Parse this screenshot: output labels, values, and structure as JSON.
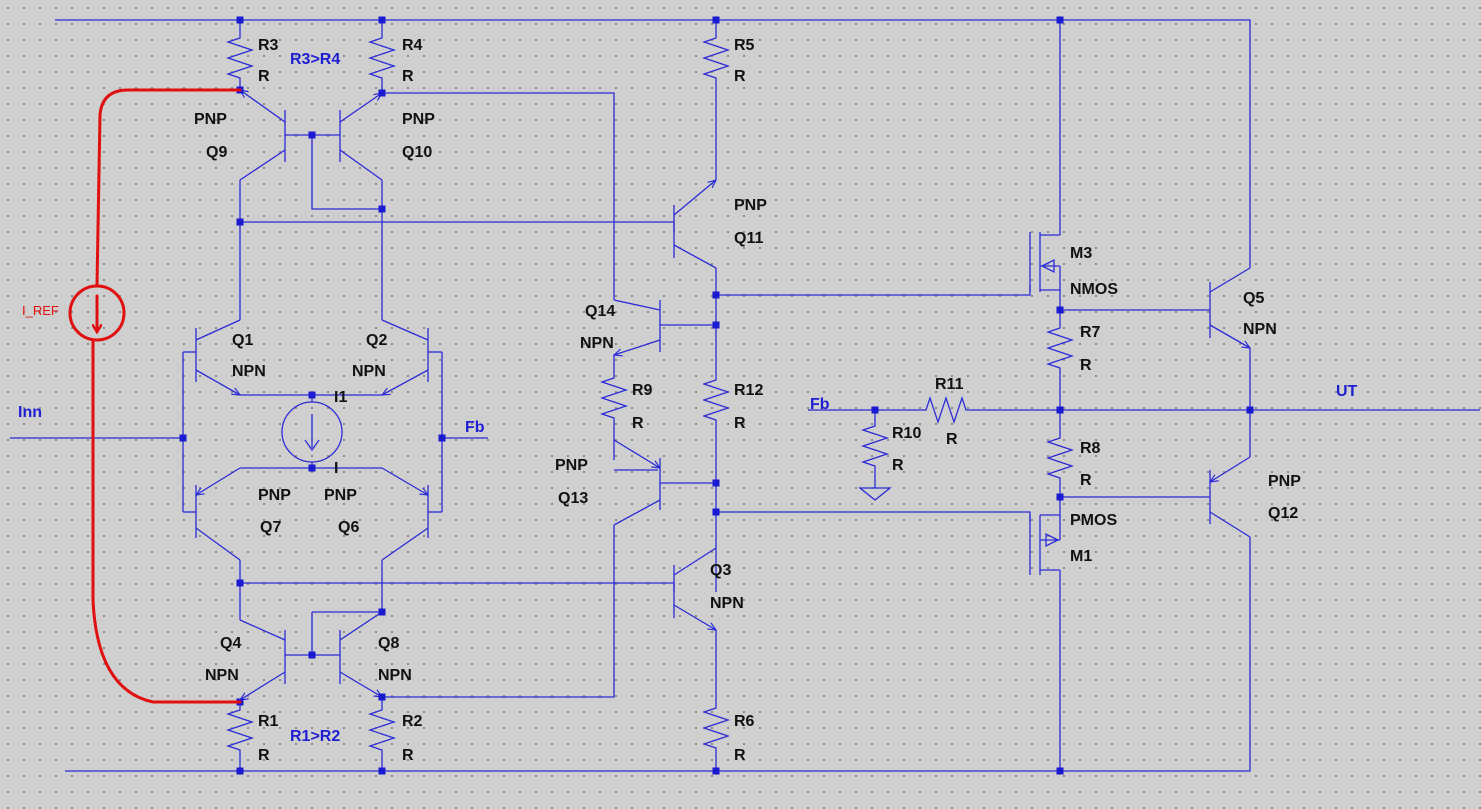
{
  "net_labels": {
    "inn": "Inn",
    "fb_left": "Fb",
    "fb_right": "Fb",
    "ut": "UT"
  },
  "notes": {
    "r3r4": "R3>R4",
    "r1r2": "R1>R2",
    "i_ref": "I_REF",
    "i1": "I1",
    "i": "I"
  },
  "parts": {
    "r3": {
      "name": "R3",
      "value": "R"
    },
    "r4": {
      "name": "R4",
      "value": "R"
    },
    "r5": {
      "name": "R5",
      "value": "R"
    },
    "r1": {
      "name": "R1",
      "value": "R"
    },
    "r2": {
      "name": "R2",
      "value": "R"
    },
    "r6": {
      "name": "R6",
      "value": "R"
    },
    "r7": {
      "name": "R7",
      "value": "R"
    },
    "r8": {
      "name": "R8",
      "value": "R"
    },
    "r9": {
      "name": "R9",
      "value": "R"
    },
    "r10": {
      "name": "R10",
      "value": "R"
    },
    "r11": {
      "name": "R11",
      "value": "R"
    },
    "r12": {
      "name": "R12",
      "value": "R"
    },
    "q9": {
      "name": "Q9",
      "type": "PNP"
    },
    "q10": {
      "name": "Q10",
      "type": "PNP"
    },
    "q11": {
      "name": "Q11",
      "type": "PNP"
    },
    "q1": {
      "name": "Q1",
      "type": "NPN"
    },
    "q2": {
      "name": "Q2",
      "type": "NPN"
    },
    "q7": {
      "name": "Q7",
      "type": "PNP"
    },
    "q6": {
      "name": "Q6",
      "type": "PNP"
    },
    "q4": {
      "name": "Q4",
      "type": "NPN"
    },
    "q8": {
      "name": "Q8",
      "type": "NPN"
    },
    "q14": {
      "name": "Q14",
      "type": "NPN"
    },
    "q13": {
      "name": "Q13",
      "type": "PNP"
    },
    "q3": {
      "name": "Q3",
      "type": "NPN"
    },
    "q5": {
      "name": "Q5",
      "type": "NPN"
    },
    "q12": {
      "name": "Q12",
      "type": "PNP"
    },
    "m3": {
      "name": "M3",
      "type": "NMOS"
    },
    "m1": {
      "name": "M1",
      "type": "PMOS"
    }
  },
  "colors": {
    "wire": "#2b2bd6",
    "junction": "#1a1ad0",
    "annotation": "#e01010",
    "grid_background": "#cfcfcf"
  }
}
